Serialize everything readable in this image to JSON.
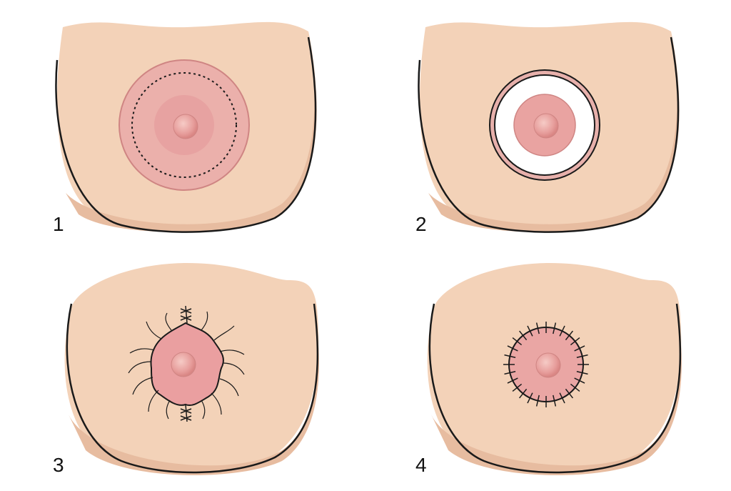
{
  "diagram": {
    "steps": [
      {
        "label": "1"
      },
      {
        "label": "2"
      },
      {
        "label": "3"
      },
      {
        "label": "4"
      }
    ],
    "colors": {
      "skin": "#f3d2b8",
      "skin_shadow": "#e7bca0",
      "outline": "#1a1a1a",
      "areola_outer": "#e8aaa6",
      "areola_ring": "#cf8583",
      "areola_inner": "#e79a9a",
      "nipple": "#e8a09e",
      "nipple_highlight": "#f4c6c2",
      "excised_area": "#ffffff",
      "suture": "#1a1a1a"
    }
  }
}
